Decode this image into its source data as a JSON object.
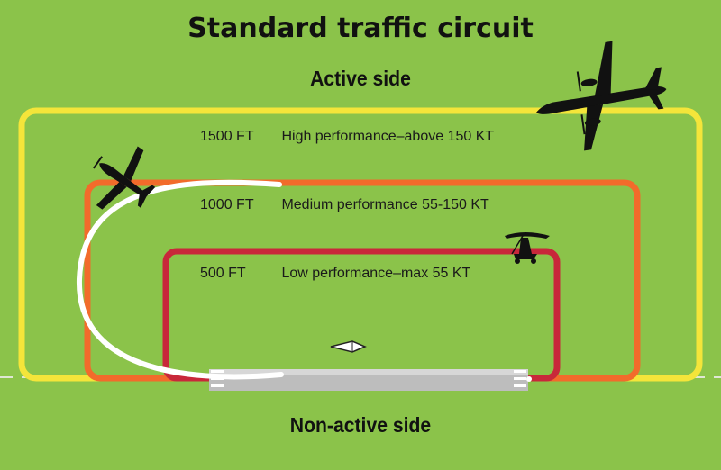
{
  "title": "Standard traffic circuit",
  "active_side": "Active side",
  "non_active_side": "Non-active side",
  "circuits": [
    {
      "altitude": "1500 FT",
      "description": "High performance–above 150 KT",
      "color": "#f4e53a"
    },
    {
      "altitude": "1000 FT",
      "description": "Medium performance 55-150 KT",
      "color": "#f26b2b"
    },
    {
      "altitude": "500 FT",
      "description": "Low performance–max 55 KT",
      "color": "#c8283a"
    }
  ],
  "colors": {
    "background": "#8bc34a",
    "runway": "#bdbdbd",
    "departure_path": "#ffffff"
  },
  "icons": [
    "airliner-icon",
    "light-aircraft-icon",
    "ultralight-icon",
    "wind-direction-icon"
  ]
}
